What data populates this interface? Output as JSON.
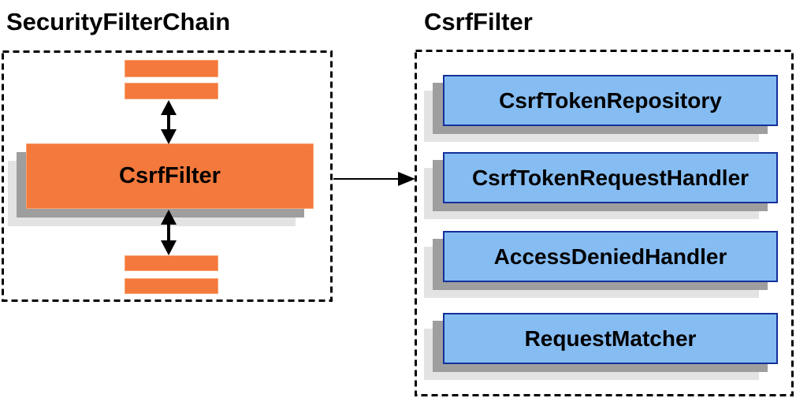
{
  "titles": {
    "left": "SecurityFilterChain",
    "right": "CsrfFilter"
  },
  "security_filter_chain": {
    "csrf_filter_label": "CsrfFilter",
    "placeholder_filter_bars_above": 2,
    "placeholder_filter_bars_below": 2
  },
  "csrf_filter_panel": {
    "components": [
      {
        "label": "CsrfTokenRepository"
      },
      {
        "label": "CsrfTokenRequestHandler"
      },
      {
        "label": "AccessDeniedHandler"
      },
      {
        "label": "RequestMatcher"
      }
    ]
  },
  "colors": {
    "orange_fill": "#F4793C",
    "orange_border": "#F9A272",
    "blue_fill": "#85BCF2",
    "blue_border": "#14309A",
    "shadow_dark": "#9E9E9E",
    "shadow_light": "#E3E3E3",
    "arrow": "#000000",
    "dashed_border": "#000000"
  }
}
